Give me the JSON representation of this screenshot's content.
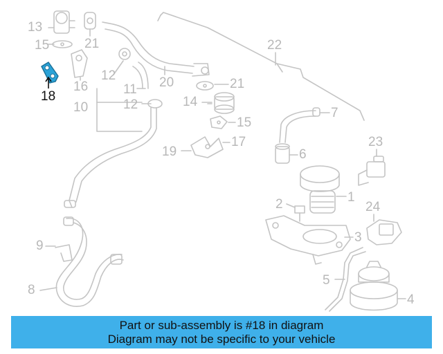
{
  "colors": {
    "part_line": "#c4c4c4",
    "highlight_part": "#2aa3d8",
    "highlight_label": "#111111",
    "label": "#b8b8b8",
    "banner_bg": "#3fb0ea"
  },
  "highlighted_part": "18",
  "callouts": {
    "c1": "1",
    "c2": "2",
    "c3": "3",
    "c4": "4",
    "c5": "5",
    "c6": "6",
    "c7": "7",
    "c8": "8",
    "c9": "9",
    "c10": "10",
    "c11": "11",
    "c12a": "12",
    "c12b": "12",
    "c13": "13",
    "c14": "14",
    "c15a": "15",
    "c15b": "15",
    "c16": "16",
    "c17": "17",
    "c18": "18",
    "c19": "19",
    "c21a": "21",
    "c21b": "21",
    "c20": "20",
    "c22": "22",
    "c23": "23",
    "c24": "24"
  },
  "banner": {
    "line1": "Part or sub-assembly is #18 in diagram",
    "line2": "Diagram may not be specific to your vehicle"
  }
}
